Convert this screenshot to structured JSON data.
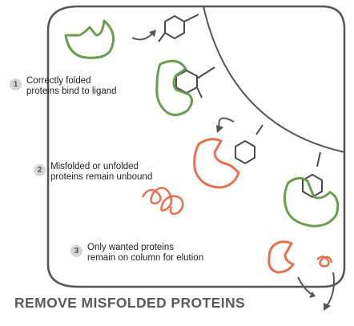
{
  "steps": [
    {
      "number": "1",
      "text": "Correctly folded\nproteins bind to ligand"
    },
    {
      "number": "2",
      "text": "Misfolded or unfolded\nproteins remain unbound"
    },
    {
      "number": "3",
      "text": "Only wanted proteins\nremain on column for elution"
    }
  ],
  "title": "REMOVE MISFOLDED PROTEINS",
  "colors": {
    "folded_protein": "#6a9e4f",
    "misfolded_protein": "#e8704f",
    "ligand": "#4f4f4f",
    "column_border": "#555555",
    "badge": "#d6d6d6"
  },
  "icons": [
    "folded-protein-icon",
    "misfolded-protein-icon",
    "unfolded-protein-icon",
    "ligand-icon",
    "flow-arrow-icon"
  ]
}
